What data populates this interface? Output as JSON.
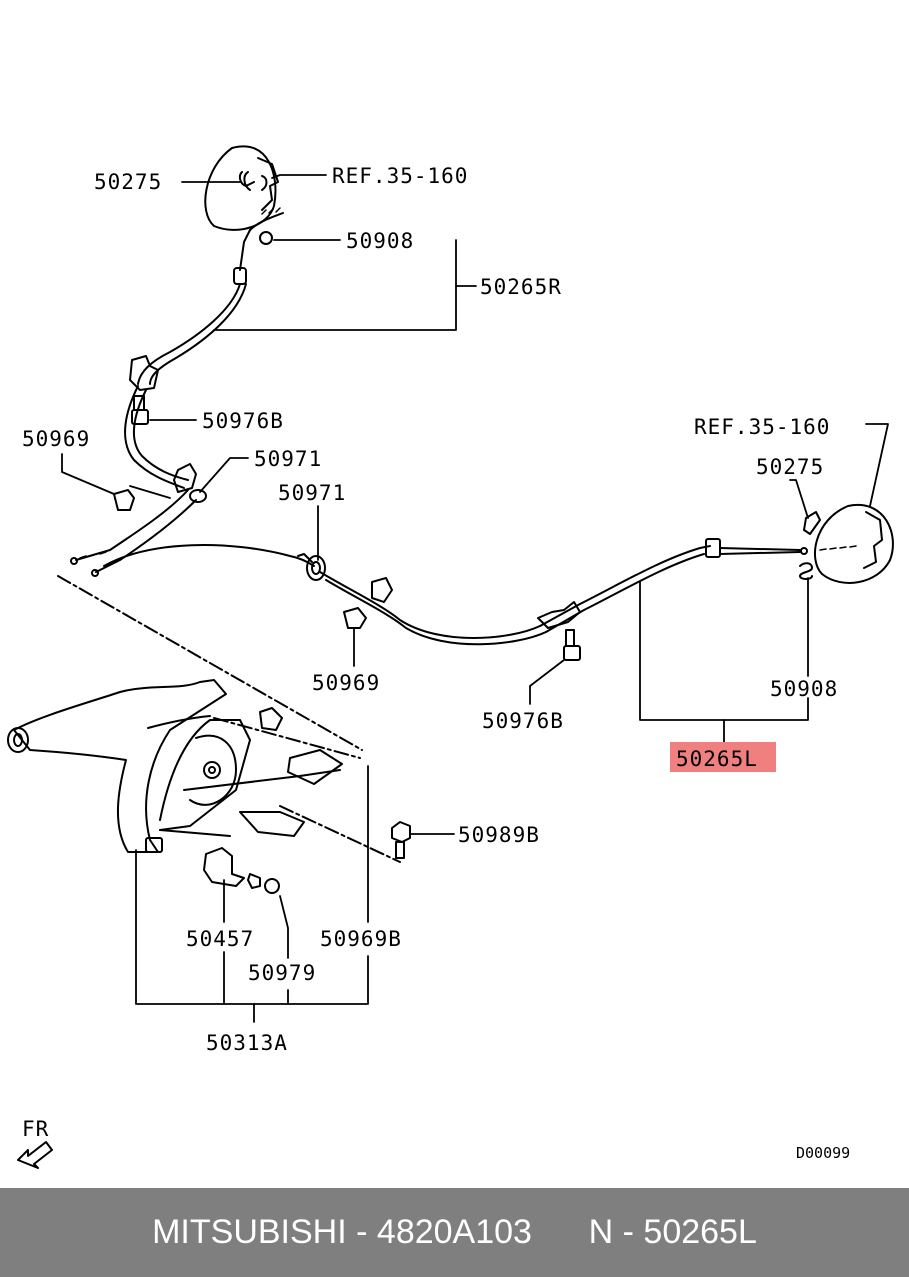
{
  "labels": {
    "l1": "50275",
    "l2": "REF.35-160",
    "l3": "50908",
    "l4": "50265R",
    "l5": "50976B",
    "l6": "50969",
    "l7": "50971",
    "l8": "50971",
    "l9": "REF.35-160",
    "l10": "50275",
    "l11": "50969",
    "l12": "50908",
    "l13": "50976B",
    "l14": "50265L",
    "l15": "50989B",
    "l16": "50457",
    "l17": "50969B",
    "l18": "50979",
    "l19": "50313A",
    "fr": "FR",
    "code": "D00099"
  },
  "highlight_color": "#f08080",
  "footer": {
    "brand": "MITSUBISHI",
    "sep1": " - ",
    "part_number": "4820A103",
    "gap": "      ",
    "n": "N",
    "sep2": " - ",
    "ref": "50265L"
  }
}
